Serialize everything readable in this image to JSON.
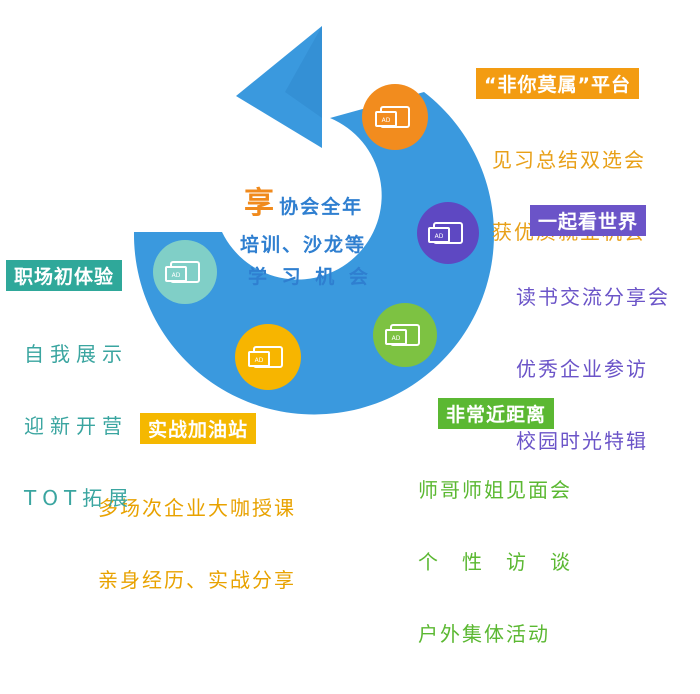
{
  "center": {
    "highlight": "享",
    "line1": "协会全年",
    "line2": "培训、沙龙等",
    "line3": "学 习 机 会"
  },
  "sections": [
    {
      "id": "platform",
      "title": "“非你莫属”平台",
      "lines": [
        "见习总结双选会",
        "获优质就业机会"
      ],
      "title_color": "#f39c12",
      "text_color": "#e8a018",
      "circle_color": "#f28c1e"
    },
    {
      "id": "world",
      "title": "一起看世界",
      "lines": [
        "读书交流分享会",
        "优秀企业参访",
        "校园时光特辑"
      ],
      "title_color": "#6b54c8",
      "text_color": "#6b54c8",
      "circle_color": "#5e48c2"
    },
    {
      "id": "distance",
      "title": "非常近距离",
      "lines": [
        "师哥师姐见面会",
        "个　性　访　谈",
        "户外集体活动"
      ],
      "title_color": "#5bb832",
      "text_color": "#5bb832",
      "circle_color": "#7dc242"
    },
    {
      "id": "practice",
      "title": "实战加油站",
      "lines": [
        "多场次企业大咖授课",
        "亲身经历、实战分享"
      ],
      "title_color": "#f5b800",
      "text_color": "#e8a200",
      "circle_color": "#f7b500"
    },
    {
      "id": "workplace",
      "title": "职场初体验",
      "lines": [
        "自我展示",
        "迎新开营",
        "TOT拓展"
      ],
      "title_color": "#2fa89a",
      "text_color": "#3aa5a0",
      "circle_color": "#80cfc7"
    }
  ],
  "icon_label": "AD",
  "arrow_color": "#3a99de"
}
